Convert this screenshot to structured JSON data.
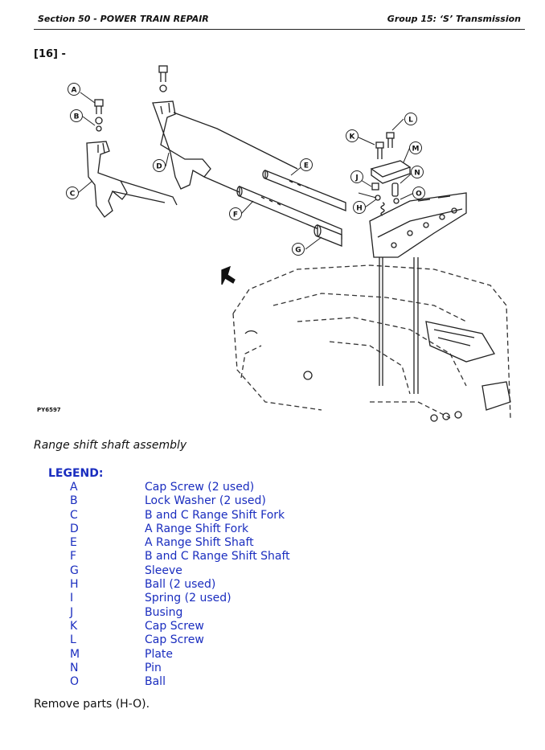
{
  "header": {
    "section": "Section 50 - POWER TRAIN REPAIR",
    "group": "Group 15: ‘S’ Transmission"
  },
  "step": "[16] -",
  "figure": {
    "code": "PY6597",
    "callouts": [
      "A",
      "B",
      "C",
      "D",
      "E",
      "F",
      "G",
      "H",
      "J",
      "K",
      "L",
      "M",
      "N",
      "O"
    ]
  },
  "caption": "Range shift shaft assembly",
  "legend": {
    "title": "LEGEND:",
    "items": [
      {
        "key": "A",
        "value": "Cap Screw (2 used)"
      },
      {
        "key": "B",
        "value": "Lock Washer (2 used)"
      },
      {
        "key": "C",
        "value": "B and C Range Shift Fork"
      },
      {
        "key": "D",
        "value": "A Range Shift Fork"
      },
      {
        "key": "E",
        "value": "A Range Shift Shaft"
      },
      {
        "key": "F",
        "value": "B and C Range Shift Shaft"
      },
      {
        "key": "G",
        "value": "Sleeve"
      },
      {
        "key": "H",
        "value": "Ball (2 used)"
      },
      {
        "key": "I",
        "value": "Spring (2 used)"
      },
      {
        "key": "J",
        "value": "Busing"
      },
      {
        "key": "K",
        "value": "Cap Screw"
      },
      {
        "key": "L",
        "value": "Cap Screw"
      },
      {
        "key": "M",
        "value": "Plate"
      },
      {
        "key": "N",
        "value": "Pin"
      },
      {
        "key": "O",
        "value": "Ball"
      }
    ]
  },
  "instruction": "Remove parts (H-O)."
}
